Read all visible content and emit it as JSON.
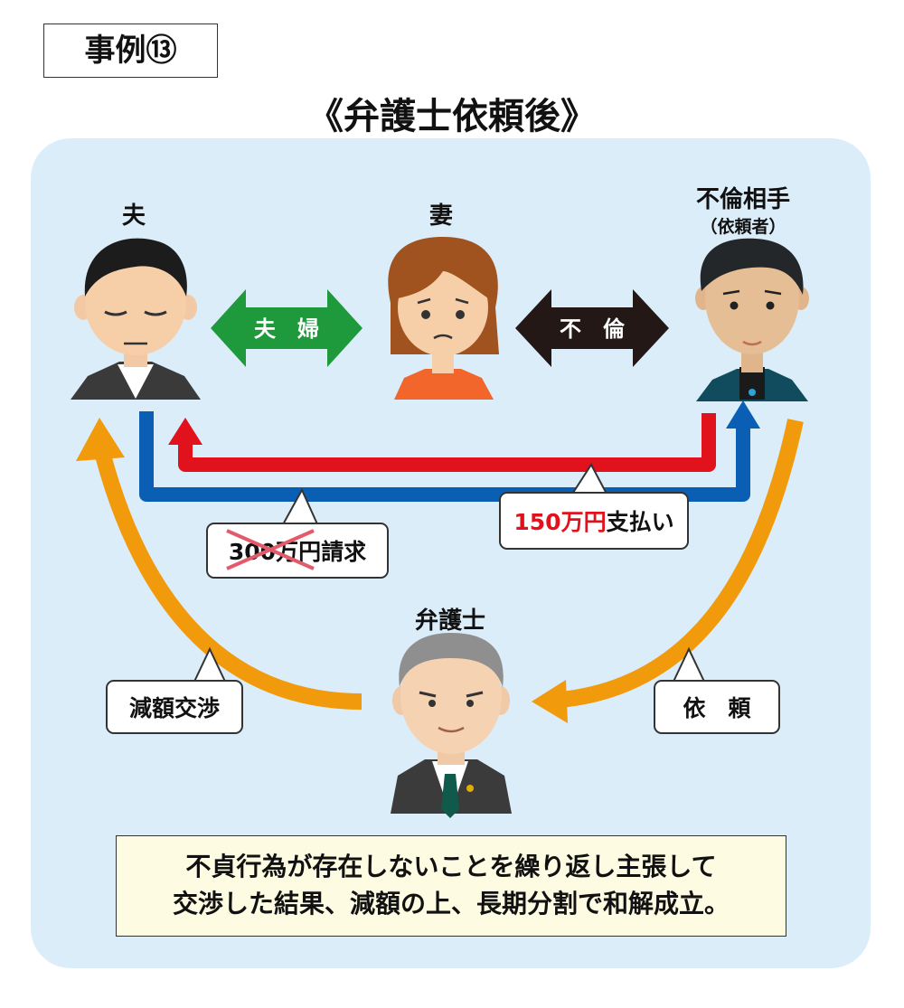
{
  "case_label": "事例⑬",
  "title": "《弁護士依頼後》",
  "people": {
    "husband": "夫",
    "wife": "妻",
    "affair_partner": "不倫相手",
    "affair_partner_note": "（依頼者）",
    "lawyer": "弁護士"
  },
  "relations": {
    "marriage": "夫　婦",
    "affair": "不　倫"
  },
  "callouts": {
    "claim_amount": "300万円",
    "claim_suffix": "請求",
    "payment_amount": "150万円",
    "payment_suffix": "支払い",
    "negotiation": "減額交渉",
    "request": "依　頼"
  },
  "summary": {
    "line1": "不貞行為が存在しないことを繰り返し主張して",
    "line2": "交渉した結果、減額の上、長期分割で和解成立。"
  },
  "colors": {
    "panel": "#dcedfa",
    "marriage_arrow": "#1e9a3c",
    "affair_arrow": "#231815",
    "payment_line": "#e2121c",
    "claim_line": "#0a5fb4",
    "lawyer_flow": "#f09a0c",
    "strike": "#e35b6a"
  }
}
